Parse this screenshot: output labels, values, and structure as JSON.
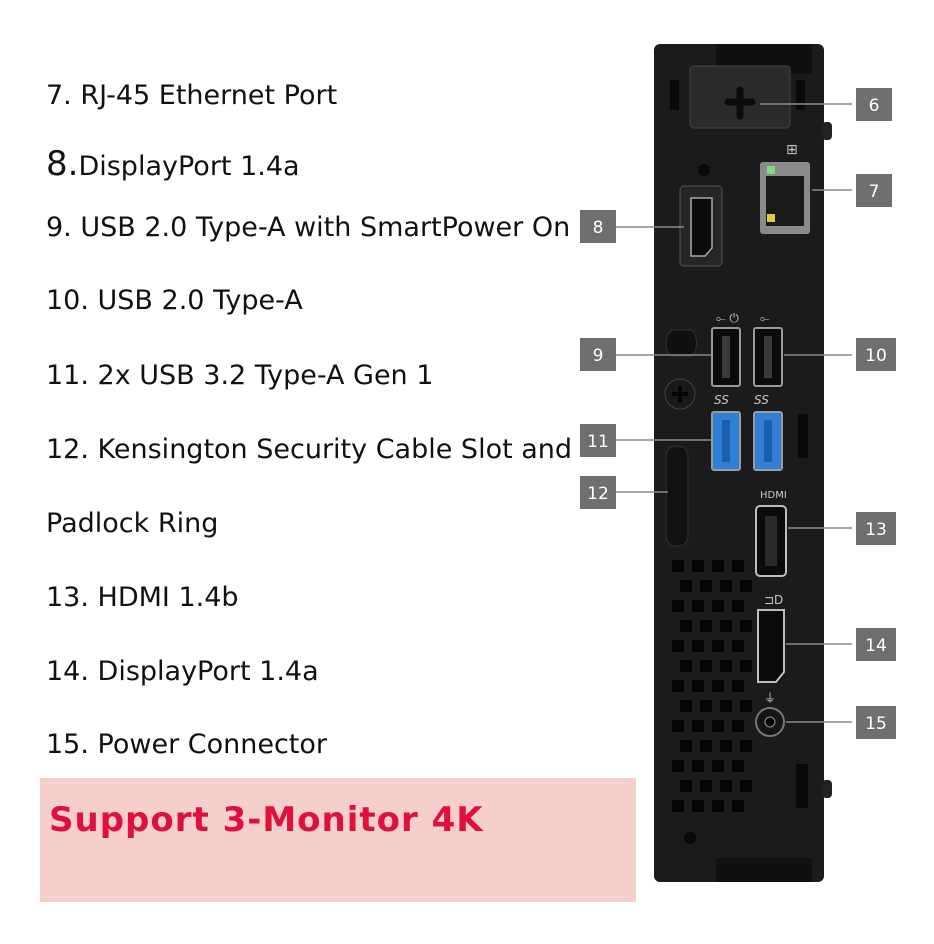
{
  "legend": [
    {
      "num": "7.",
      "text": " RJ-45 Ethernet Port"
    },
    {
      "num": "8.",
      "text": "DisplayPort 1.4a"
    },
    {
      "num": "9.",
      "text": " USB 2.0 Type-A with SmartPower On"
    },
    {
      "num": "10.",
      "text": " USB 2.0 Type-A"
    },
    {
      "num": "11.",
      "text": " 2x USB 3.2 Type-A Gen 1"
    },
    {
      "num": "12.",
      "text": " Kensington Security Cable Slot and"
    },
    {
      "num": "",
      "text": "Padlock Ring"
    },
    {
      "num": "13.",
      "text": " HDMI 1.4b"
    },
    {
      "num": "14.",
      "text": " DisplayPort 1.4a"
    },
    {
      "num": "15.",
      "text": " Power Connector"
    }
  ],
  "promo": {
    "text": "Support 3-Monitor 4K",
    "color": "#e0103c",
    "background": "#f4cfcc"
  },
  "callouts": [
    "6",
    "7",
    "8",
    "9",
    "10",
    "11",
    "12",
    "13",
    "14",
    "15"
  ],
  "port_glyphs": {
    "hdmi": "HDMI",
    "ss": "SS"
  },
  "colors": {
    "chassis": "#1b1b1d",
    "usb3": "#2f7fd6",
    "callout": "#6f6f6f"
  }
}
